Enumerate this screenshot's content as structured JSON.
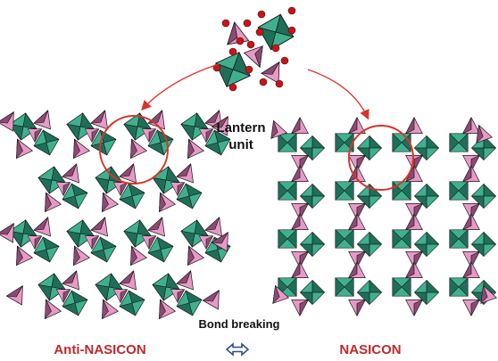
{
  "labels": {
    "lantern_line1": "Lantern",
    "lantern_line2": "unit",
    "bond_breaking": "Bond breaking",
    "anti_nasicon": "Anti-NASICON",
    "nasicon": "NASICON"
  },
  "colors": {
    "octahedron_fill": "#3fb08e",
    "octahedron_dark": "#1f6e58",
    "tetrahedron_fill": "#e79ac6",
    "tetrahedron_dark": "#8c4a72",
    "outline": "#1a1a1a",
    "oxygen": "#c4161c",
    "arrow": "#d9342b",
    "circle": "#d9342b",
    "label_red": "#c0282a",
    "label_black": "#111111",
    "double_arrow": "#2b4f8c"
  }
}
